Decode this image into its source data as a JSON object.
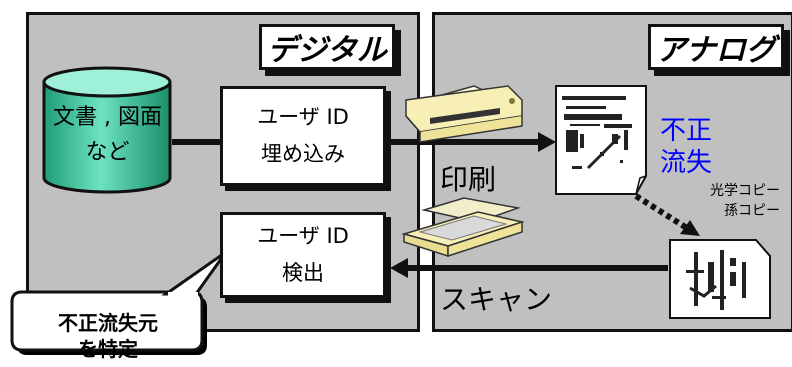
{
  "digital_panel": {
    "title": "デジタル"
  },
  "analog_panel": {
    "title": "アナログ"
  },
  "document_cylinder": {
    "line1": "文書 , 図面",
    "line2": "など"
  },
  "embed_box": {
    "line1": "ユーザ ID",
    "line2": "埋め込み"
  },
  "detect_box": {
    "line1": "ユーザ ID",
    "line2": "検出"
  },
  "labels": {
    "print": "印刷",
    "scan": "スキャン",
    "leak_line1": "不正",
    "leak_line2": "流失",
    "copy_line1": "光学コピー",
    "copy_line2": "孫コピー"
  },
  "callout": {
    "line1": "不正流失元",
    "line2": "を特定"
  },
  "colors": {
    "panel_fill": "#c0c0c0",
    "cylinder_fill": "#23b58a",
    "leak_text": "#0000ff",
    "printer_fill": "#f7efb5",
    "scanner_fill": "#f7efb5"
  }
}
